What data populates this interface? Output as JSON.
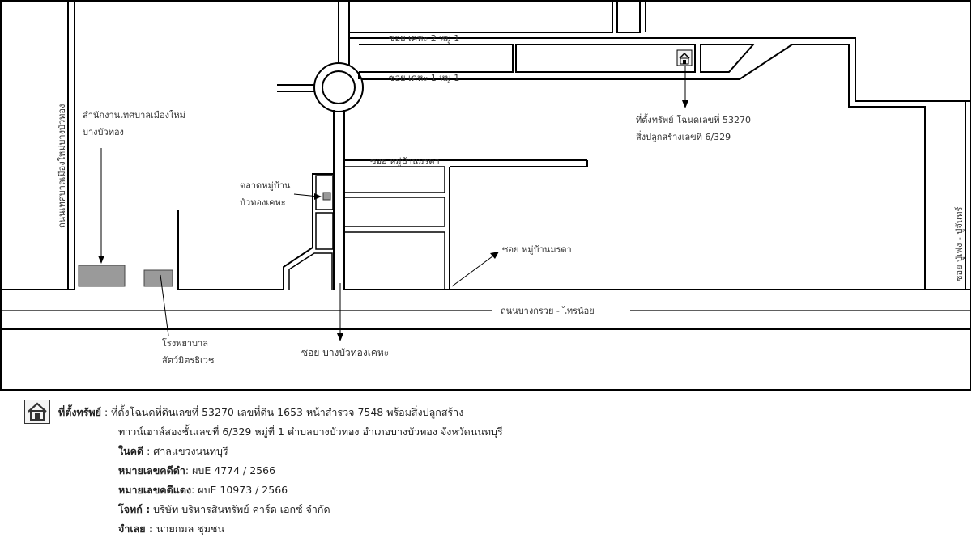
{
  "map": {
    "roads": {
      "left_vertical": "ถนนเทศบาลเมืองใหม่บางบัวทอง",
      "right_vertical": "ซอย ปู่เพ่ง - ปู่จันทร์",
      "main_horizontal": "ถนนบางกรวย - ไทรน้อย",
      "soi_kehah_2": "ซอย เคหะ 2  หมู่ 1",
      "soi_kehah_1": "ซอย เคหะ 1  หมู่ 1",
      "soi_moradok_top": "ซอย หมู่บ้านมรดา",
      "soi_moradok_bottom": "ซอย หมู่บ้านมรดา",
      "soi_bangbuathong_kehah": "ซอย บางบัวทองเคหะ"
    },
    "labels": {
      "municipal_office_line1": "สำนักงานเทศบาลเมืองใหม่",
      "municipal_office_line2": "บางบัวทอง",
      "market_line1": "ตลาดหมู่บ้าน",
      "market_line2": "บัวทองเคหะ",
      "property_line1": "ที่ตั้งทรัพย์ โฉนดเลขที่ 53270",
      "property_line2": "สิ่งปลูกสร้างเลขที่ 6/329",
      "hospital_line1": "โรงพยาบาล",
      "hospital_line2": "สัตว์มิตรธิเวช"
    },
    "icons": {
      "property_marker": "house-icon"
    },
    "colors": {
      "road": "#000000",
      "landmark_fill": "#9a9a9a"
    }
  },
  "legend": {
    "icon": "house-icon",
    "property_label": "ที่ตั้งทรัพย์",
    "property_text_line1": " : ที่ตั้งโฉนดที่ดินเลขที่   53270  เลขที่ดิน  1653  หน้าสำรวจ  7548  พร้อมสิ่งปลูกสร้าง",
    "property_text_line2": "ทาวน์เฮาส์สองชั้นเลขที่ 6/329 หมู่ที่ 1 ตำบลบางบัวทอง อำเภอบางบัวทอง จังหวัดนนทบุรี",
    "case_label": "ในคดี",
    "case_value": " : ศาลแขวงนนทบุรี",
    "black_case_label": "หมายเลขคดีดำ",
    "black_case_value": ": ผบE 4774 / 2566",
    "red_case_label": "หมายเลขคดีแดง",
    "red_case_value": ": ผบE 10973 / 2566",
    "plaintiff_label": "โจทก์ :",
    "plaintiff_value": " บริษัท บริหารสินทรัพย์ คาร์ด เอกซ์ จำกัด",
    "defendant_label": "จำเลย :",
    "defendant_value": " นายกมล ชุมชน"
  }
}
